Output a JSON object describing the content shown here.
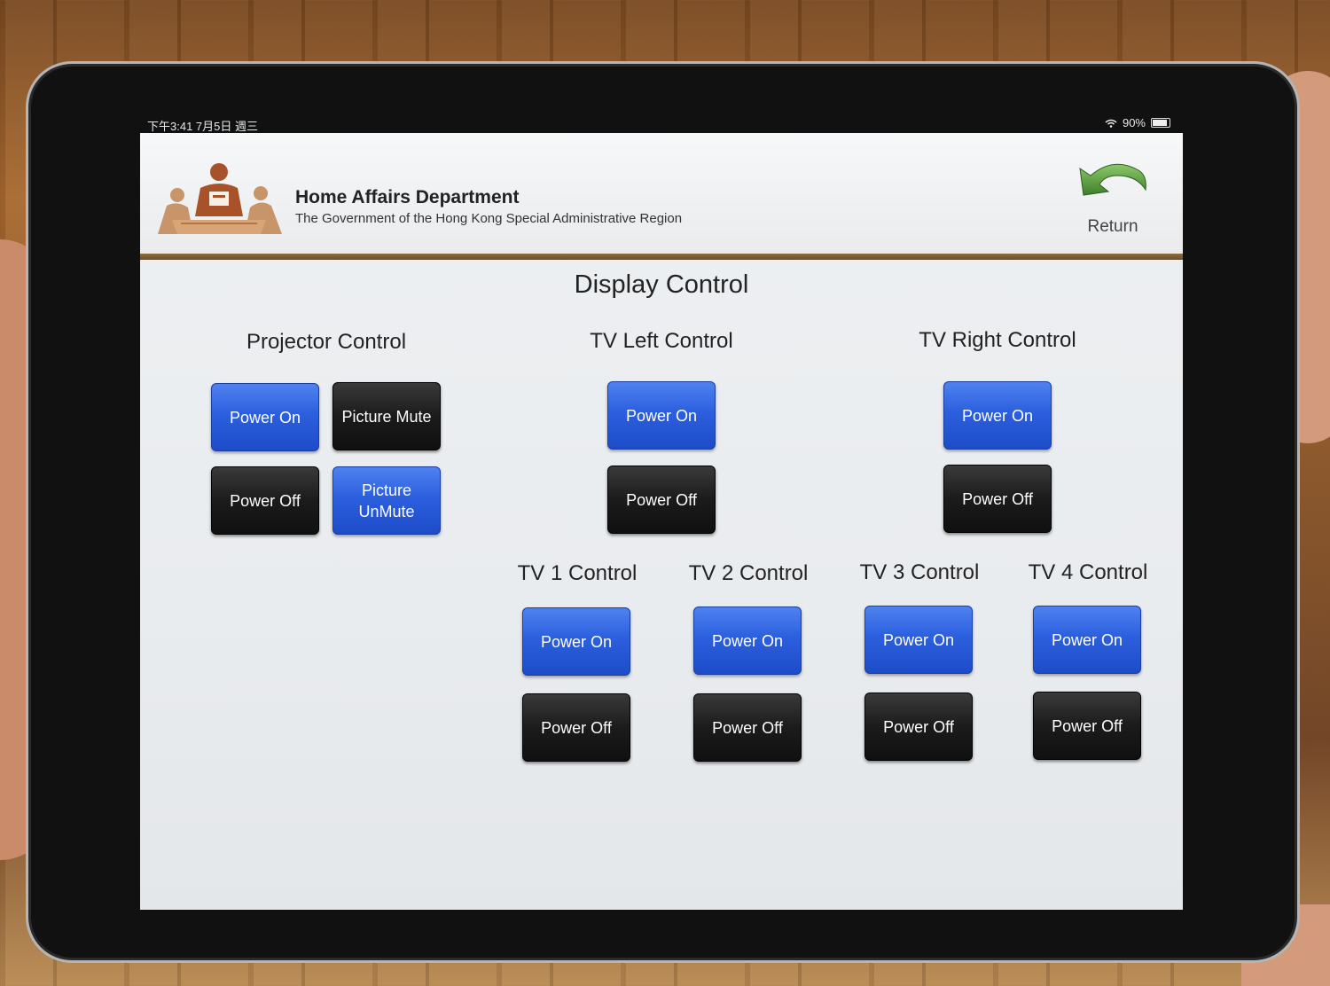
{
  "status_bar": {
    "time_date": "下午3:41  7月5日 週三",
    "battery": "90%"
  },
  "header": {
    "department": "Home Affairs Department",
    "subtitle": "The Government of the Hong Kong Special Administrative Region",
    "return_label": "Return"
  },
  "page_title": "Display Control",
  "sections": {
    "projector": {
      "title": "Projector Control",
      "power_on": "Power On",
      "picture_mute": "Picture Mute",
      "power_off": "Power Off",
      "picture_unmute": "Picture UnMute"
    },
    "tv_left": {
      "title": "TV Left Control",
      "power_on": "Power On",
      "power_off": "Power Off"
    },
    "tv_right": {
      "title": "TV Right Control",
      "power_on": "Power On",
      "power_off": "Power Off"
    },
    "tv1": {
      "title": "TV 1 Control",
      "power_on": "Power On",
      "power_off": "Power Off"
    },
    "tv2": {
      "title": "TV 2 Control",
      "power_on": "Power On",
      "power_off": "Power Off"
    },
    "tv3": {
      "title": "TV 3 Control",
      "power_on": "Power On",
      "power_off": "Power Off"
    },
    "tv4": {
      "title": "TV 4 Control",
      "power_on": "Power On",
      "power_off": "Power Off"
    }
  },
  "colors": {
    "power_on": "#2c5fde",
    "power_off": "#1b1b1b",
    "header_line": "#7a5a33",
    "return_arrow": "#5a9a3a"
  },
  "icons": {
    "return": "return-arrow-icon",
    "logo": "hk-home-affairs-logo",
    "wifi": "wifi-icon",
    "battery": "battery-icon"
  }
}
